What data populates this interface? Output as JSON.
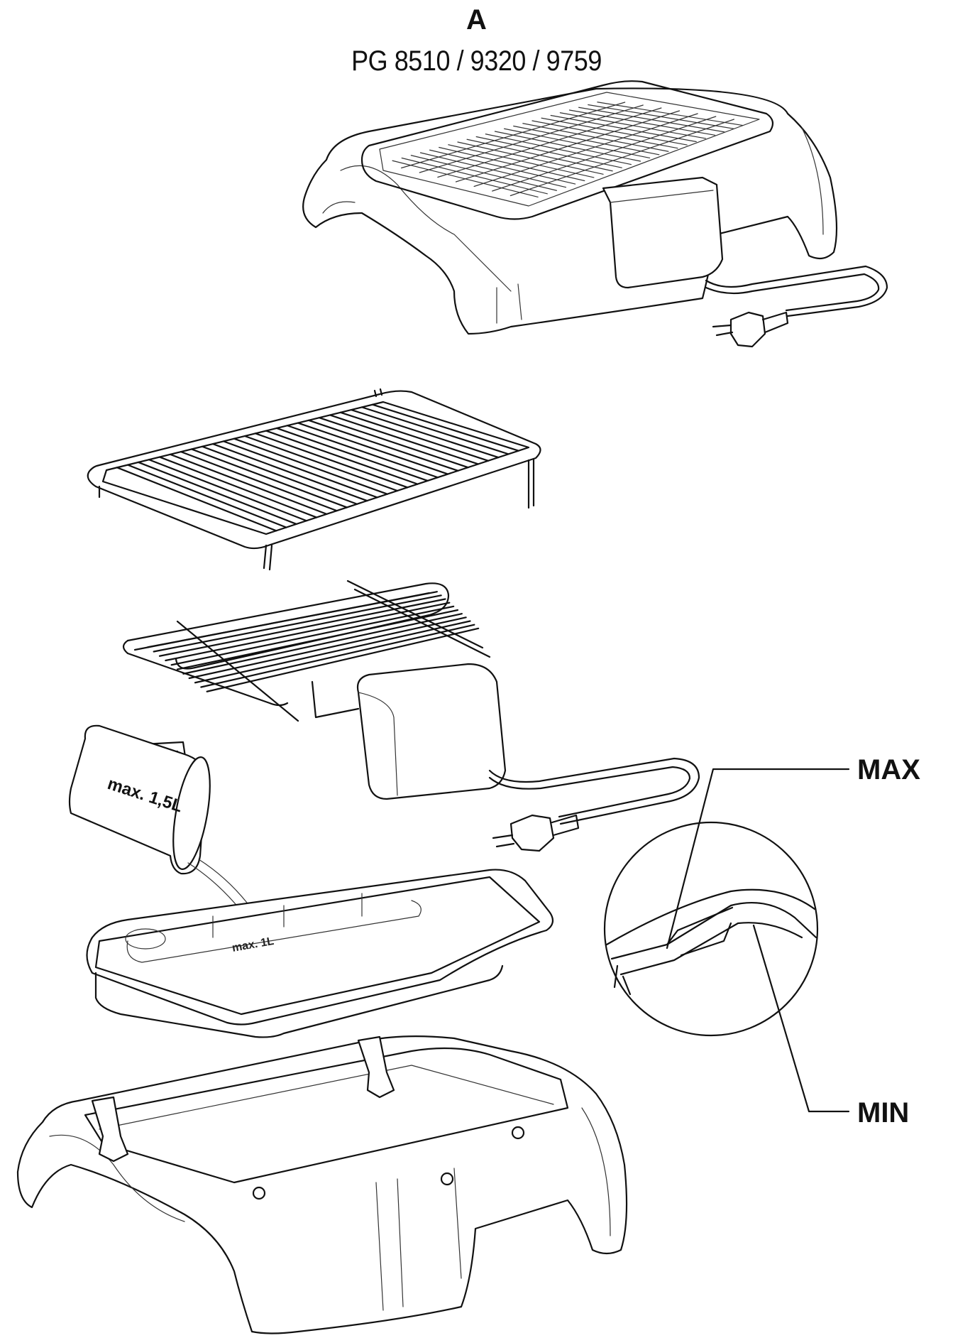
{
  "figure_letter": "A",
  "model_numbers": "PG 8510 / 9320 / 9759",
  "labels": {
    "max": "MAX",
    "min": "MIN",
    "jug_capacity": "max. 1,5L",
    "tray_marking": "max. 1L"
  },
  "parts": [
    "assembled-grill",
    "grill-rack",
    "heating-element",
    "water-jug",
    "water-tray",
    "grill-base",
    "water-level-detail"
  ]
}
